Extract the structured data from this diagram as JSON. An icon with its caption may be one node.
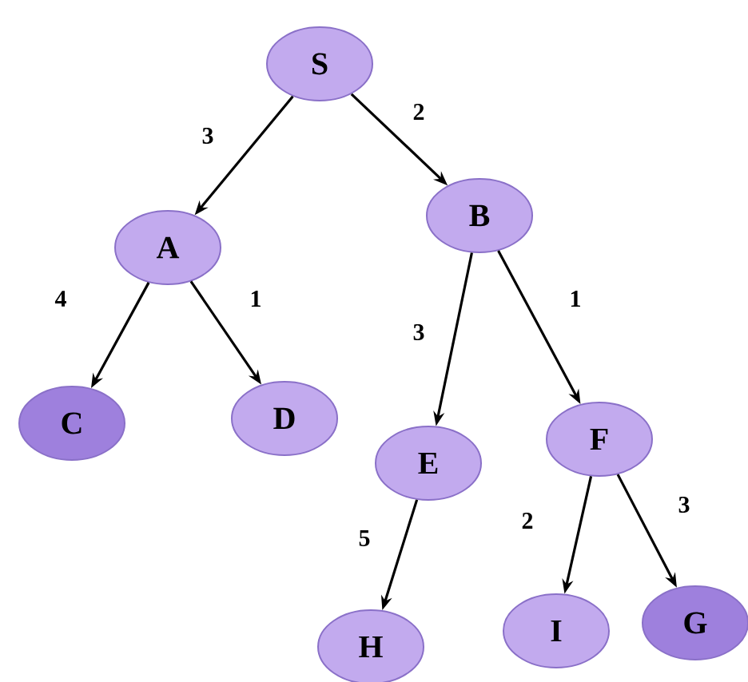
{
  "diagram": {
    "nodes": [
      {
        "text": [
          "S"
        ]
      },
      {
        "text": [
          "A"
        ]
      },
      {
        "text": [
          "B"
        ]
      },
      {
        "text": [
          "C"
        ]
      },
      {
        "text": [
          "D"
        ]
      },
      {
        "text": [
          "E"
        ]
      },
      {
        "text": [
          "F"
        ]
      },
      {
        "text": [
          "H"
        ]
      },
      {
        "text": [
          "I"
        ]
      },
      {
        "text": [
          "G"
        ]
      }
    ],
    "edges": [
      {
        "from": 0,
        "to": 1,
        "arrow": "to",
        "label": "3"
      },
      {
        "from": 0,
        "to": 2,
        "arrow": "to",
        "label": "2"
      },
      {
        "from": 1,
        "to": 3,
        "arrow": "to",
        "label": "4"
      },
      {
        "from": 1,
        "to": 4,
        "arrow": "to",
        "label": "1"
      },
      {
        "from": 2,
        "to": 5,
        "arrow": "to",
        "label": "3"
      },
      {
        "from": 2,
        "to": 6,
        "arrow": "to",
        "label": "1"
      },
      {
        "from": 5,
        "to": 7,
        "arrow": "to",
        "label": "5"
      },
      {
        "from": 6,
        "to": 8,
        "arrow": "to",
        "label": "2"
      },
      {
        "from": 6,
        "to": 9,
        "arrow": "to",
        "label": "3"
      }
    ]
  }
}
